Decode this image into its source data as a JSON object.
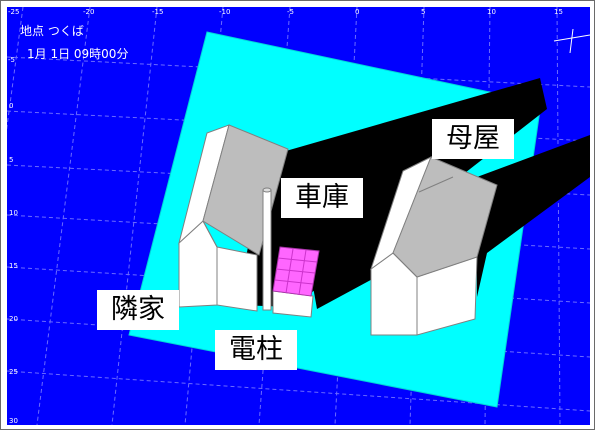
{
  "info": {
    "location": "地点 つくば",
    "datetime": "1月 1日 09時00分"
  },
  "axes": {
    "x_ticks": [
      "-25",
      "-20",
      "-15",
      "-10",
      "-5",
      "0",
      "5",
      "10",
      "15"
    ],
    "y_ticks": [
      "-5",
      "0",
      "5",
      "10",
      "15",
      "20",
      "25",
      "30"
    ]
  },
  "labels": {
    "main_house": "母屋",
    "garage": "車庫",
    "neighbor_house": "隣家",
    "utility_pole": "電柱"
  },
  "colors": {
    "background": "#0000ff",
    "ground_plane": "#00ffff",
    "shadow": "#000000",
    "wall": "#ffffff",
    "roof_shade": "#c0c0c0",
    "garage_roof": "#ff66ff"
  }
}
